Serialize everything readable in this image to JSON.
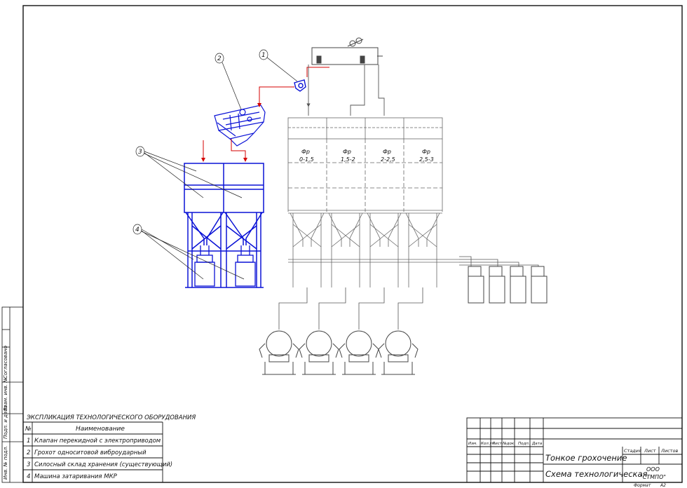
{
  "explication": {
    "title": "ЭКСПЛИКАЦИЯ ТЕХНОЛОГИЧЕСКОГО ОБОРУДОВАНИЯ",
    "col_num": "№",
    "col_name": "Наименование",
    "rows": [
      {
        "num": "1",
        "name": "Клапан перекидной с электроприводом"
      },
      {
        "num": "2",
        "name": "Грохот односитовой виброударный"
      },
      {
        "num": "3",
        "name": "Силосный склад хранения (существующий)"
      },
      {
        "num": "4",
        "name": "Машина затаривания МКР"
      }
    ]
  },
  "callouts": [
    "1",
    "2",
    "3",
    "4"
  ],
  "fractions": [
    {
      "label": "Фр",
      "range": "0-1,5"
    },
    {
      "label": "Фр",
      "range": "1,5-2"
    },
    {
      "label": "Фр",
      "range": "2-2,5"
    },
    {
      "label": "Фр",
      "range": "2,5-3"
    }
  ],
  "side_stamp": [
    "Согласовано",
    "Взам. инв. №",
    "Подп. и дата",
    "Инв. № подл."
  ],
  "title_block": {
    "headers": [
      "Изм.",
      "Кол.уч",
      "Лист",
      "№док.",
      "Подп.",
      "Дата"
    ],
    "project": "Тонкое грохочение",
    "drawing": "Схема технологическая",
    "stage": "Стадия",
    "sheet": "Лист",
    "sheets": "Листов",
    "org_line1": "ООО",
    "org_line2": "\"СТМПО\"",
    "format_label": "Формат",
    "format_value": "А2"
  },
  "colors": {
    "line": "#222222",
    "equipment_blue": "#0a12d6",
    "feed_red": "#d40000",
    "gray_equipment": "#6f6f6f"
  }
}
